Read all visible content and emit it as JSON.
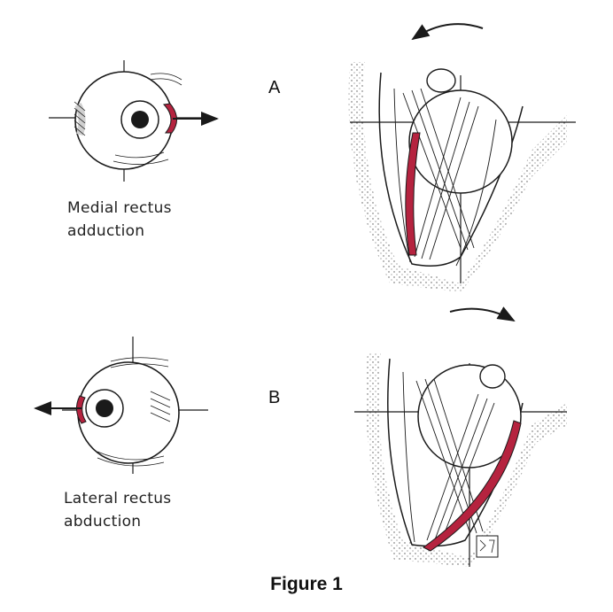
{
  "panels": [
    {
      "letter": "A",
      "caption_line1": "Medial rectus",
      "caption_line2": "adduction",
      "highlight": "medial rectus"
    },
    {
      "letter": "B",
      "caption_line1": "Lateral rectus",
      "caption_line2": "abduction",
      "highlight": "lateral rectus"
    }
  ],
  "figure_caption": "Figure 1",
  "stamp_text": "",
  "colors": {
    "muscle_highlight": "#b5233f",
    "ink": "#1a1a1a",
    "background": "#ffffff"
  }
}
